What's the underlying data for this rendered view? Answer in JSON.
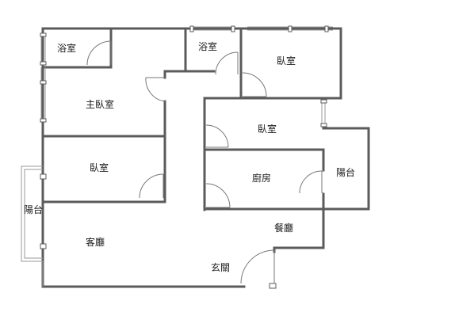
{
  "colors": {
    "wall": "#5b5b5b",
    "thin_line": "#9a9a9a",
    "window_fill": "#ffffff",
    "background": "#ffffff"
  },
  "rooms": {
    "bath_1": "浴室",
    "bath_2": "浴室",
    "bedroom_top_right": "臥室",
    "master_bedroom": "主臥室",
    "bedroom_middle": "臥室",
    "bedroom_left": "臥室",
    "kitchen": "廚房",
    "balcony_right": "陽台",
    "balcony_left": "陽台",
    "living_room": "客廳",
    "dining_room": "餐廳",
    "entrance": "玄關"
  }
}
